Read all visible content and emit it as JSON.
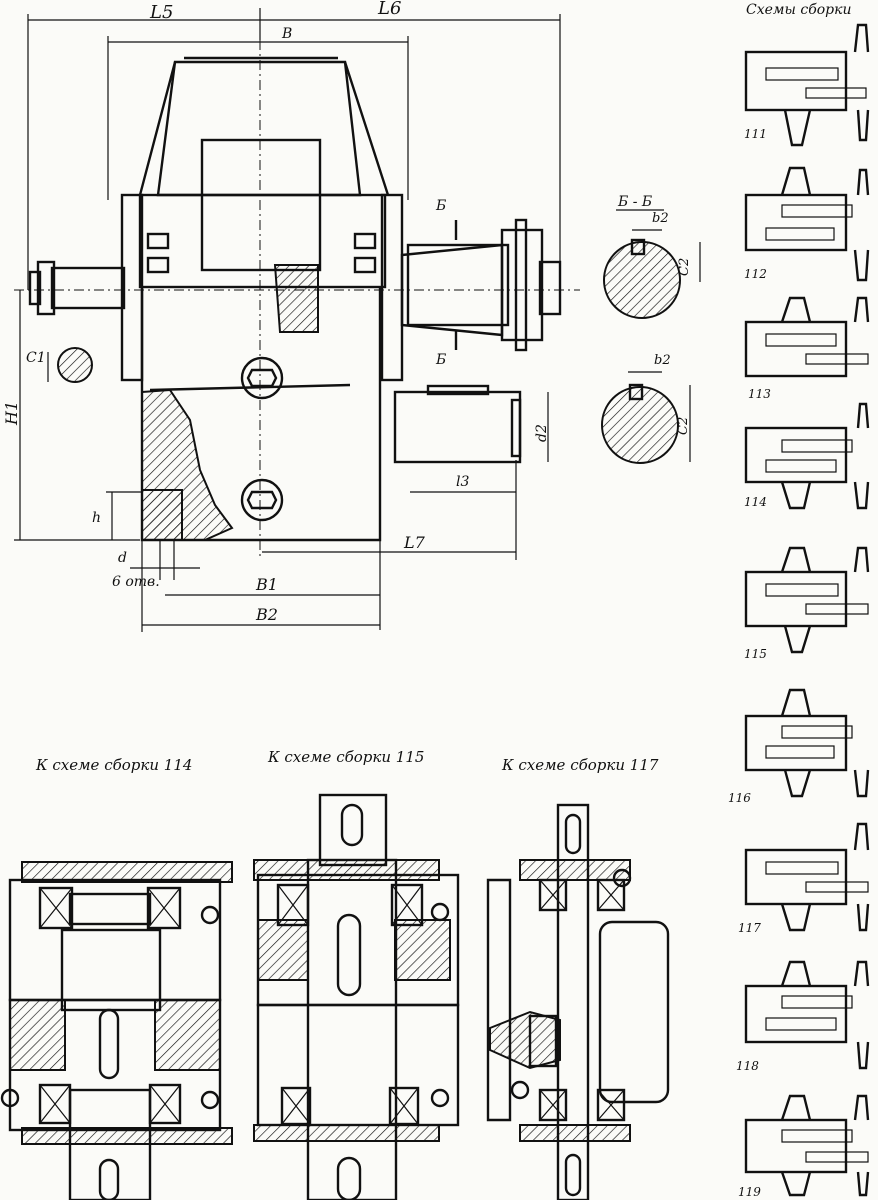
{
  "main_view": {
    "dims": {
      "l5": "L5",
      "l6": "L6",
      "b": "B",
      "h1": "H1",
      "c1": "C1",
      "h": "h",
      "d": "d",
      "holes": "6 отв.",
      "b1": "B1",
      "b2": "B2",
      "l7": "L7"
    },
    "section_markers": [
      "Б",
      "Б"
    ]
  },
  "shaft_details": {
    "section_title": "Б - Б",
    "b2": "b2",
    "c2": "C2",
    "d2": "d2",
    "l3": "l3"
  },
  "assembly_schemes": {
    "title": "Схемы сборки",
    "items": [
      {
        "label": "111"
      },
      {
        "label": "112"
      },
      {
        "label": "113"
      },
      {
        "label": "114"
      },
      {
        "label": "115"
      },
      {
        "label": "116"
      },
      {
        "label": "117"
      },
      {
        "label": "118"
      },
      {
        "label": "119"
      }
    ]
  },
  "detail_views": [
    {
      "title": "К схеме сборки 114"
    },
    {
      "title": "К схеме сборки 115"
    },
    {
      "title": "К схеме сборки 117"
    }
  ]
}
